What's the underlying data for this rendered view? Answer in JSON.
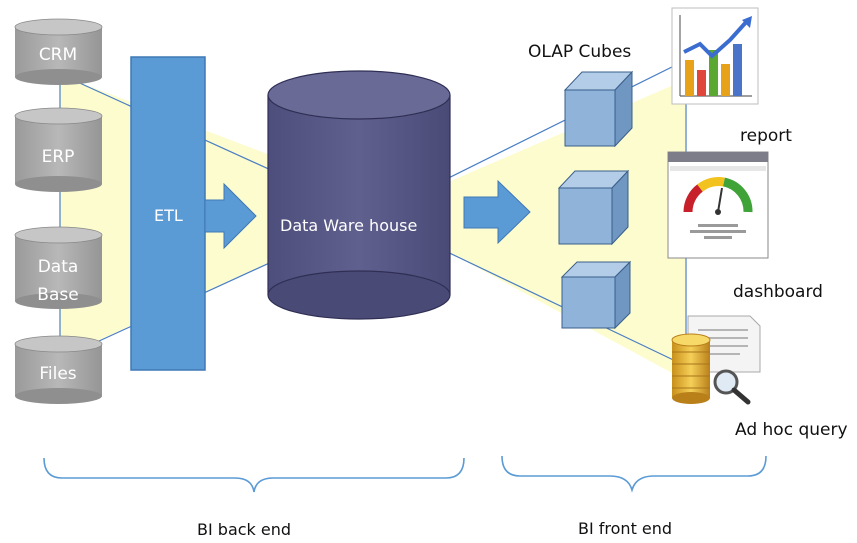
{
  "sources": [
    {
      "id": "crm",
      "label": "CRM"
    },
    {
      "id": "erp",
      "label": "ERP"
    },
    {
      "id": "database",
      "label": "Data\nBase"
    },
    {
      "id": "files",
      "label": "Files"
    }
  ],
  "etl": {
    "label": "ETL"
  },
  "warehouse": {
    "label": "Data Ware house"
  },
  "olap": {
    "label": "OLAP Cubes"
  },
  "outputs": {
    "report": {
      "label": "report"
    },
    "dashboard": {
      "label": "dashboard"
    },
    "adhoc": {
      "label": "Ad hoc query"
    }
  },
  "braces": {
    "back_end": "BI back end",
    "front_end": "BI front end"
  },
  "colors": {
    "source_gray": "#a6a6a6",
    "etl_blue": "#5b9bd5",
    "warehouse": "#5b5b88",
    "funnel": "#fdfccf",
    "cube": "#8fb3d9",
    "brace": "#5b9bd5"
  }
}
